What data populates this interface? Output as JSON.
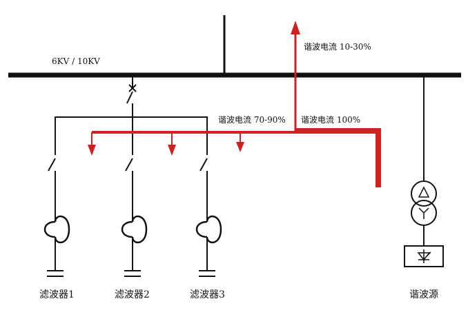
{
  "labels": {
    "bus_voltage": "6KV / 10KV",
    "harmonic_up": "谐波电流 10-30%",
    "harmonic_filters": "谐波电流 70-90%",
    "harmonic_total": "谐波电流 100%",
    "filter1": "滤波器1",
    "filter2": "滤波器2",
    "filter3": "滤波器3",
    "source": "谐波源"
  },
  "colors": {
    "line": "#111111",
    "current_flow": "#d21f1f",
    "background": "#ffffff"
  }
}
